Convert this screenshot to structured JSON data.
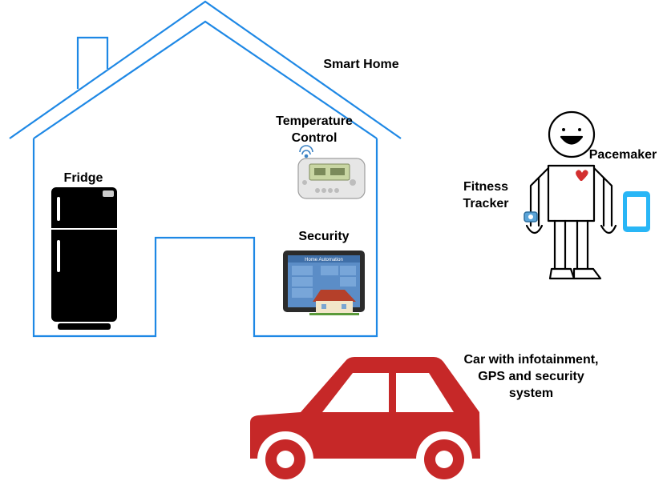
{
  "labels": {
    "smart_home": "Smart Home",
    "temperature_control_line1": "Temperature",
    "temperature_control_line2": "Control",
    "fridge": "Fridge",
    "security": "Security",
    "pacemaker": "Pacemaker",
    "fitness_tracker_line1": "Fitness",
    "fitness_tracker_line2": "Tracker",
    "car_line1": "Car with infotainment,",
    "car_line2": "GPS and security",
    "car_line3": "system"
  },
  "tablet_screen": {
    "title": "Home Automation"
  },
  "colors": {
    "house_outline": "#1e88e5",
    "car": "#c62828",
    "heart": "#d32f2f",
    "phone": "#29b6f6",
    "fridge": "#000000"
  },
  "icons": [
    "house-outline-icon",
    "fridge-icon",
    "thermostat-icon",
    "wifi-icon",
    "tablet-icon",
    "person-icon",
    "heart-icon",
    "fitness-tracker-icon",
    "smartphone-icon",
    "car-icon"
  ]
}
